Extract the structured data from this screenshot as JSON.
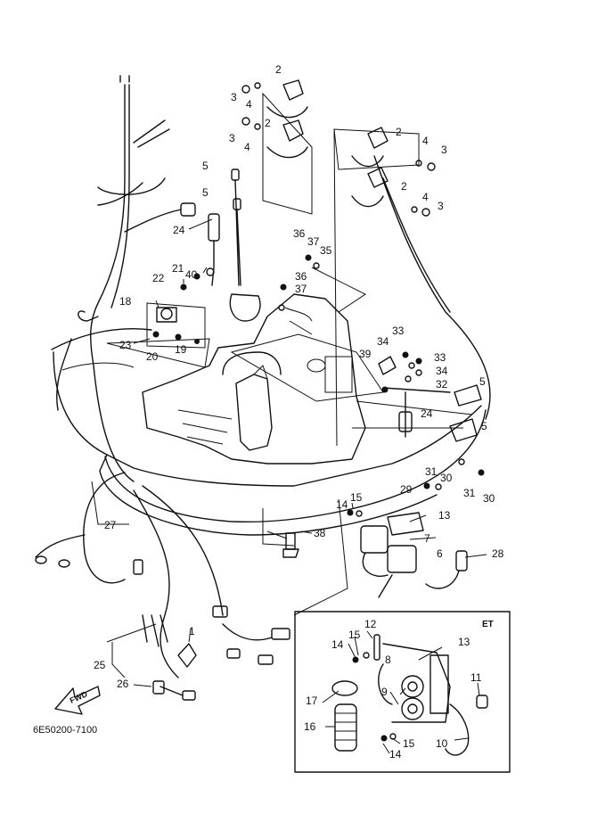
{
  "diagram": {
    "code": "6E50200-7100",
    "et_box_label": "ET",
    "fwd_label": "FWD",
    "callouts": {
      "n1": "1",
      "n2a": "2",
      "n2b": "2",
      "n2c": "2",
      "n2d": "2",
      "n3a": "3",
      "n3b": "3",
      "n3c": "3",
      "n3d": "3",
      "n4a": "4",
      "n4b": "4",
      "n4c": "4",
      "n4d": "4",
      "n5a": "5",
      "n5b": "5",
      "n5c": "5",
      "n5d": "5",
      "n6": "6",
      "n7": "7",
      "n8": "8",
      "n9": "9",
      "n10": "10",
      "n11": "11",
      "n12": "12",
      "n13a": "13",
      "n13b": "13",
      "n14a": "14",
      "n14b": "14",
      "n14c": "14",
      "n15a": "15",
      "n15b": "15",
      "n15c": "15",
      "n16": "16",
      "n17": "17",
      "n18": "18",
      "n19": "19",
      "n20": "20",
      "n21": "21",
      "n22": "22",
      "n23": "23",
      "n24a": "24",
      "n24b": "24",
      "n25": "25",
      "n26": "26",
      "n27": "27",
      "n28": "28",
      "n29": "29",
      "n30a": "30",
      "n30b": "30",
      "n31a": "31",
      "n31b": "31",
      "n32": "32",
      "n33a": "33",
      "n33b": "33",
      "n34a": "34",
      "n34b": "34",
      "n35": "35",
      "n36a": "36",
      "n36b": "36",
      "n37a": "37",
      "n37b": "37",
      "n38": "38",
      "n39": "39",
      "n40": "40"
    }
  }
}
